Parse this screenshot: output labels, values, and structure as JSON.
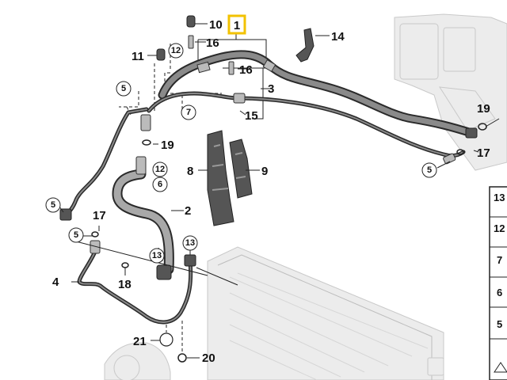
{
  "callouts": {
    "c1": "1",
    "c2": "2",
    "c3": "3",
    "c4": "4",
    "c5a": "5",
    "c5b": "5",
    "c5c": "5",
    "c5d": "5",
    "c6": "6",
    "c7": "7",
    "c8": "8",
    "c9": "9",
    "c10": "10",
    "c11": "11",
    "c12a": "12",
    "c12b": "12",
    "c13a": "13",
    "c13b": "13",
    "c14": "14",
    "c15": "15",
    "c16a": "16",
    "c16b": "16",
    "c17a": "17",
    "c17b": "17",
    "c18": "18",
    "c19a": "19",
    "c19b": "19",
    "c20": "20",
    "c21": "21"
  },
  "side_table": [
    "13",
    "12",
    "7",
    "6",
    "5"
  ],
  "colors": {
    "highlight": "#f2c200",
    "hose_dark": "#2a2a2a",
    "hose_light": "#8a8a8a",
    "ghost": "#ececec"
  }
}
